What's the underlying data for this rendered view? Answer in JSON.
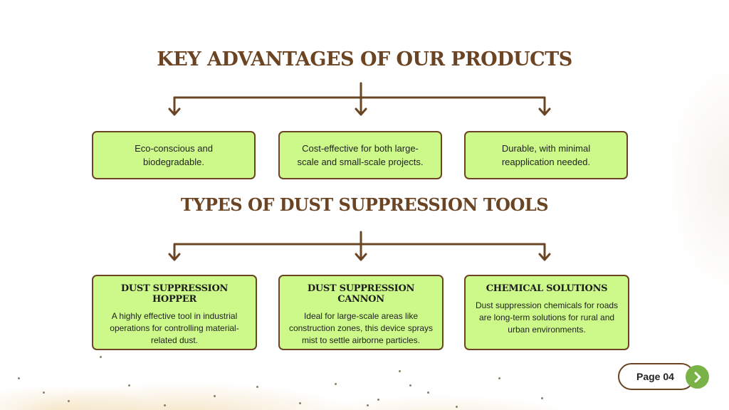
{
  "advantages": {
    "title": "KEY ADVANTAGES OF OUR PRODUCTS",
    "items": [
      {
        "text": "Eco-conscious and biodegradable."
      },
      {
        "text": "Cost-effective for both large-scale and small-scale projects."
      },
      {
        "text": "Durable, with minimal reapplication needed."
      }
    ]
  },
  "tools": {
    "title": "TYPES OF DUST SUPPRESSION TOOLS",
    "items": [
      {
        "name": "DUST SUPPRESSION HOPPER",
        "description": "A highly effective tool in industrial operations for controlling material-related dust."
      },
      {
        "name": "DUST SUPPRESSION CANNON",
        "description": "Ideal for large-scale areas like construction zones, this device sprays mist to settle airborne particles."
      },
      {
        "name": "CHEMICAL SOLUTIONS",
        "description": "Dust suppression chemicals for roads are long-term solutions for rural and urban environments."
      }
    ]
  },
  "footer": {
    "page_label": "Page 04"
  },
  "colors": {
    "accent": "#6b4423",
    "card_fill": "#ccf98a",
    "nav_green": "#79b347"
  },
  "icons": {
    "next": "chevron-right-icon"
  }
}
